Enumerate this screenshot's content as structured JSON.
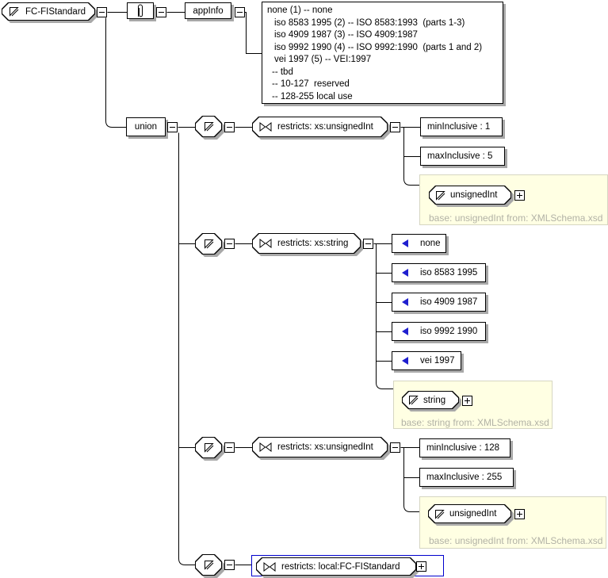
{
  "diagram": {
    "root": {
      "label": "FC-FIStandard"
    },
    "appinfo": {
      "label": "appInfo",
      "lines": [
        "none (1) -- none",
        "iso 8583 1995 (2) -- ISO 8583:1993  (parts 1-3)",
        "iso 4909 1987 (3) -- ISO 4909:1987",
        "iso 9992 1990 (4) -- ISO 9992:1990  (parts 1 and 2)",
        "vei 1997 (5) -- VEI:1997",
        "-- tbd",
        "-- 10-127  reserved",
        "-- 128-255 local use"
      ]
    },
    "union": {
      "label": "union"
    },
    "branches": [
      {
        "restriction": "restricts: xs:unsignedInt",
        "facets": [
          "minInclusive : 1",
          "maxInclusive : 5"
        ],
        "base": {
          "type": "unsignedInt",
          "caption": "base: unsignedInt from: XMLSchema.xsd"
        }
      },
      {
        "restriction": "restricts: xs:string",
        "enums": [
          "none",
          "iso 8583 1995",
          "iso 4909 1987",
          "iso 9992 1990",
          "vei 1997"
        ],
        "base": {
          "type": "string",
          "caption": "base: string from: XMLSchema.xsd"
        }
      },
      {
        "restriction": "restricts: xs:unsignedInt",
        "facets": [
          "minInclusive : 128",
          "maxInclusive : 255"
        ],
        "base": {
          "type": "unsignedInt",
          "caption": "base: unsignedInt from: XMLSchema.xsd"
        }
      },
      {
        "restriction": "restricts: local:FC-FIStandard"
      }
    ],
    "colors": {
      "selection_blue": "#0000cd",
      "enum_triangle_blue": "#1f1fcf",
      "base_box_fill": "#ffffe3",
      "base_box_border": "#d6d6c2",
      "base_caption_gray": "#b2b2a6",
      "shadow_gray": "#a8a8a8"
    }
  }
}
